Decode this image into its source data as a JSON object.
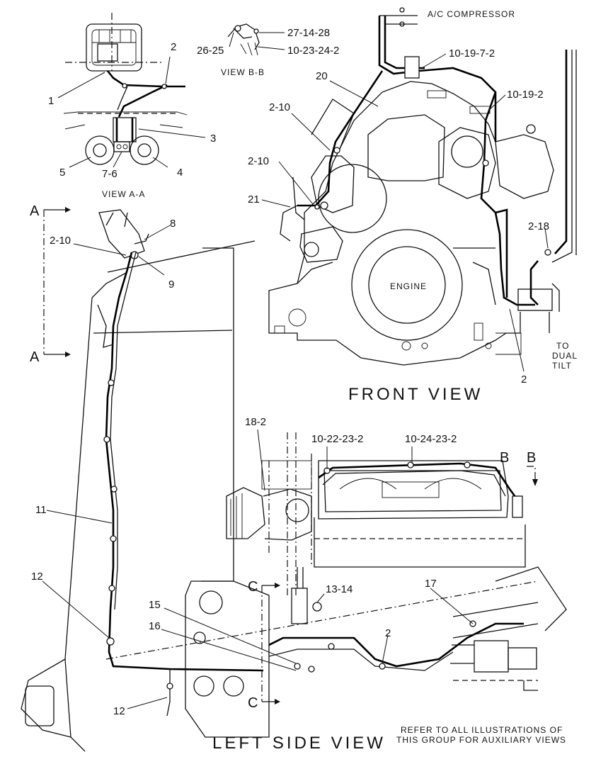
{
  "views": {
    "view_aa": "VIEW A-A",
    "view_bb": "VIEW B-B",
    "front": "FRONT VIEW",
    "left_side": "LEFT SIDE VIEW"
  },
  "notes": {
    "ac_compressor": "A/C COMPRESSOR",
    "to_dual_tilt_1": "TO",
    "to_dual_tilt_2": "DUAL",
    "to_dual_tilt_3": "TILT",
    "engine": "ENGINE",
    "refer_1": "REFER TO ALL ILLUSTRATIONS OF",
    "refer_2": "THIS GROUP FOR AUXILIARY VIEWS"
  },
  "section_markers": {
    "a_top": "A",
    "a_bottom": "A",
    "b_left": "B",
    "b_right": "B",
    "c_top": "C",
    "c_bottom": "C"
  },
  "callouts": {
    "aa_1": "1",
    "aa_2": "2",
    "aa_3": "3",
    "aa_4": "4",
    "aa_5": "5",
    "aa_7_6": "7-6",
    "bb_27_14_28": "27-14-28",
    "bb_26_25": "26-25",
    "bb_10_23_24_2": "10-23-24-2",
    "fv_10_19_7_2": "10-19-7-2",
    "fv_20": "20",
    "fv_10_19_2": "10-19-2",
    "fv_2_10_a": "2-10",
    "fv_2_10_b": "2-10",
    "fv_21": "21",
    "fv_2_18": "2-18",
    "fv_2": "2",
    "ls_8": "8",
    "ls_2_10": "2-10",
    "ls_9": "9",
    "ls_18_2": "18-2",
    "ls_10_22_23_2": "10-22-23-2",
    "ls_10_24_23_2": "10-24-23-2",
    "ls_11": "11",
    "ls_12_top": "12",
    "ls_12_bottom": "12",
    "ls_13_14": "13-14",
    "ls_15": "15",
    "ls_16": "16",
    "ls_17": "17",
    "ls_2": "2"
  }
}
